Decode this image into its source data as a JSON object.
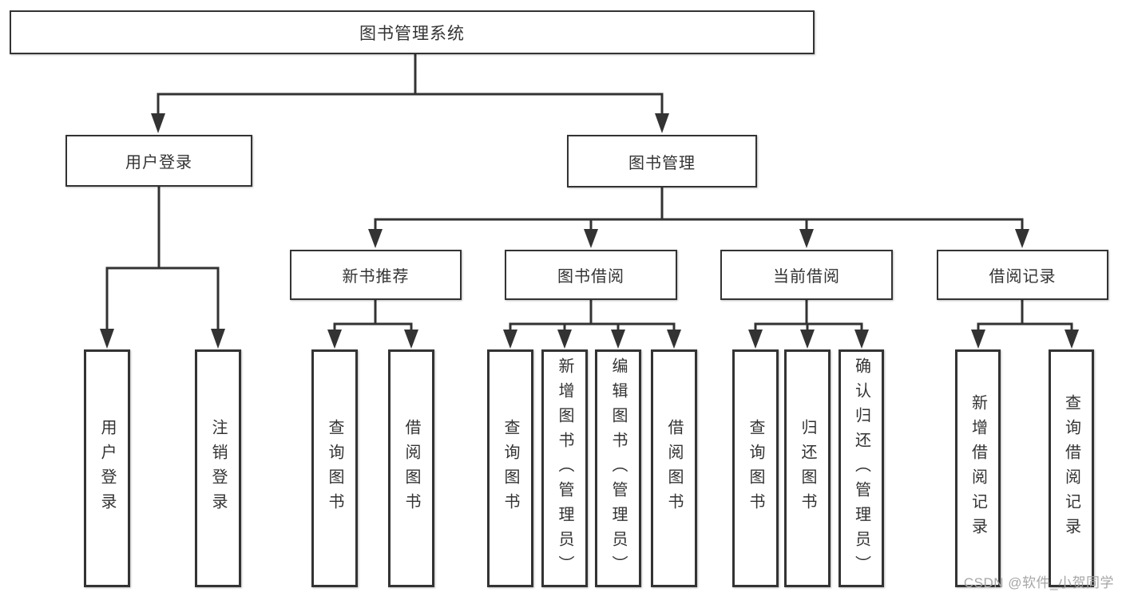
{
  "diagram": {
    "root": {
      "label": "图书管理系统"
    },
    "level2": [
      {
        "label": "用户登录"
      },
      {
        "label": "图书管理"
      }
    ],
    "level3": [
      {
        "label": "新书推荐"
      },
      {
        "label": "图书借阅"
      },
      {
        "label": "当前借阅"
      },
      {
        "label": "借阅记录"
      }
    ],
    "leaves": [
      {
        "label": "用户登录"
      },
      {
        "label": "注销登录"
      },
      {
        "label": "查询图书"
      },
      {
        "label": "借阅图书"
      },
      {
        "label": "查询图书"
      },
      {
        "label": "新增图书（管理员）"
      },
      {
        "label": "编辑图书（管理员）"
      },
      {
        "label": "借阅图书"
      },
      {
        "label": "查询图书"
      },
      {
        "label": "归还图书"
      },
      {
        "label": "确认归还（管理员）"
      },
      {
        "label": "新增借阅记录"
      },
      {
        "label": "查询借阅记录"
      }
    ]
  },
  "watermark": {
    "text": "CSDN @软件_小贺同学"
  },
  "colors": {
    "line": "#333333",
    "box_border": "#333333",
    "text": "#333333",
    "watermark": "#a6a6a6",
    "background": "#ffffff"
  }
}
